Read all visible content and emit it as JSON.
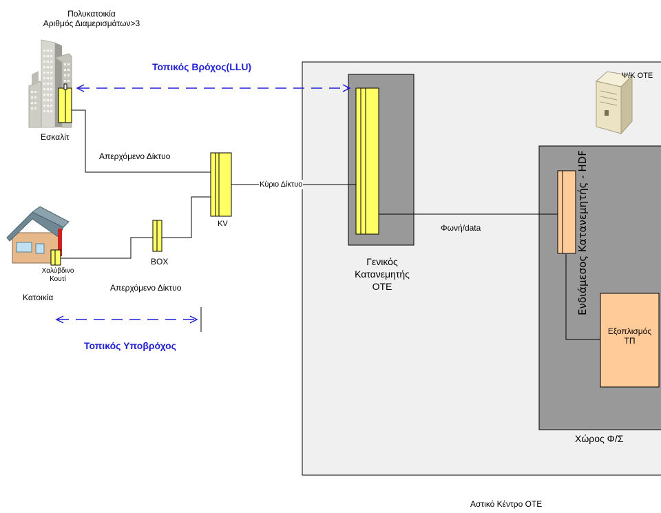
{
  "labels": {
    "building_line1": "Πολυκατοικία",
    "building_line2": "Αριθμός Διαμερισμάτων>3",
    "llu": "Τοπικός Βρόχος(LLU)",
    "escalit": "Εσκαλίτ",
    "distribution_net_top": "Απερχόμενο Δίκτυο",
    "main_network": "Κύριο Δίκτυο",
    "kv": "KV",
    "box": "BOX",
    "steel_box_line1": "Χαλύβδινο",
    "steel_box_line2": "Κουτί",
    "house": "Κατοικία",
    "distribution_net_bottom": "Απερχόμενο Δίκτυο",
    "sub_loop": "Τοπικός Υποβρόχος",
    "voice_data": "Φωνή/data",
    "mdf_line1": "Γενικός",
    "mdf_line2": "Κατανεμητής",
    "mdf_line3": "ΟΤΕ",
    "server": "Ψ/Κ ΟΤΕ",
    "hdf": "Ενδιάμεσος Κατανεμητής - HDF",
    "equipment_line1": "Εξοπλισμός",
    "equipment_line2": "ΤΠ",
    "colocation_space": "Χώρος Φ/Σ",
    "urban_center": "Αστικό Κέντρο ΟΤΕ"
  },
  "colors": {
    "yellow_frame": "#ffff66",
    "orange_frame": "#ffcc99",
    "dark_gray": "#999999",
    "light_gray": "#f0f0f0",
    "blue_dash": "#1f1fd6"
  },
  "icons": [
    "apartment-building-icon",
    "house-icon",
    "server-tower-icon"
  ]
}
